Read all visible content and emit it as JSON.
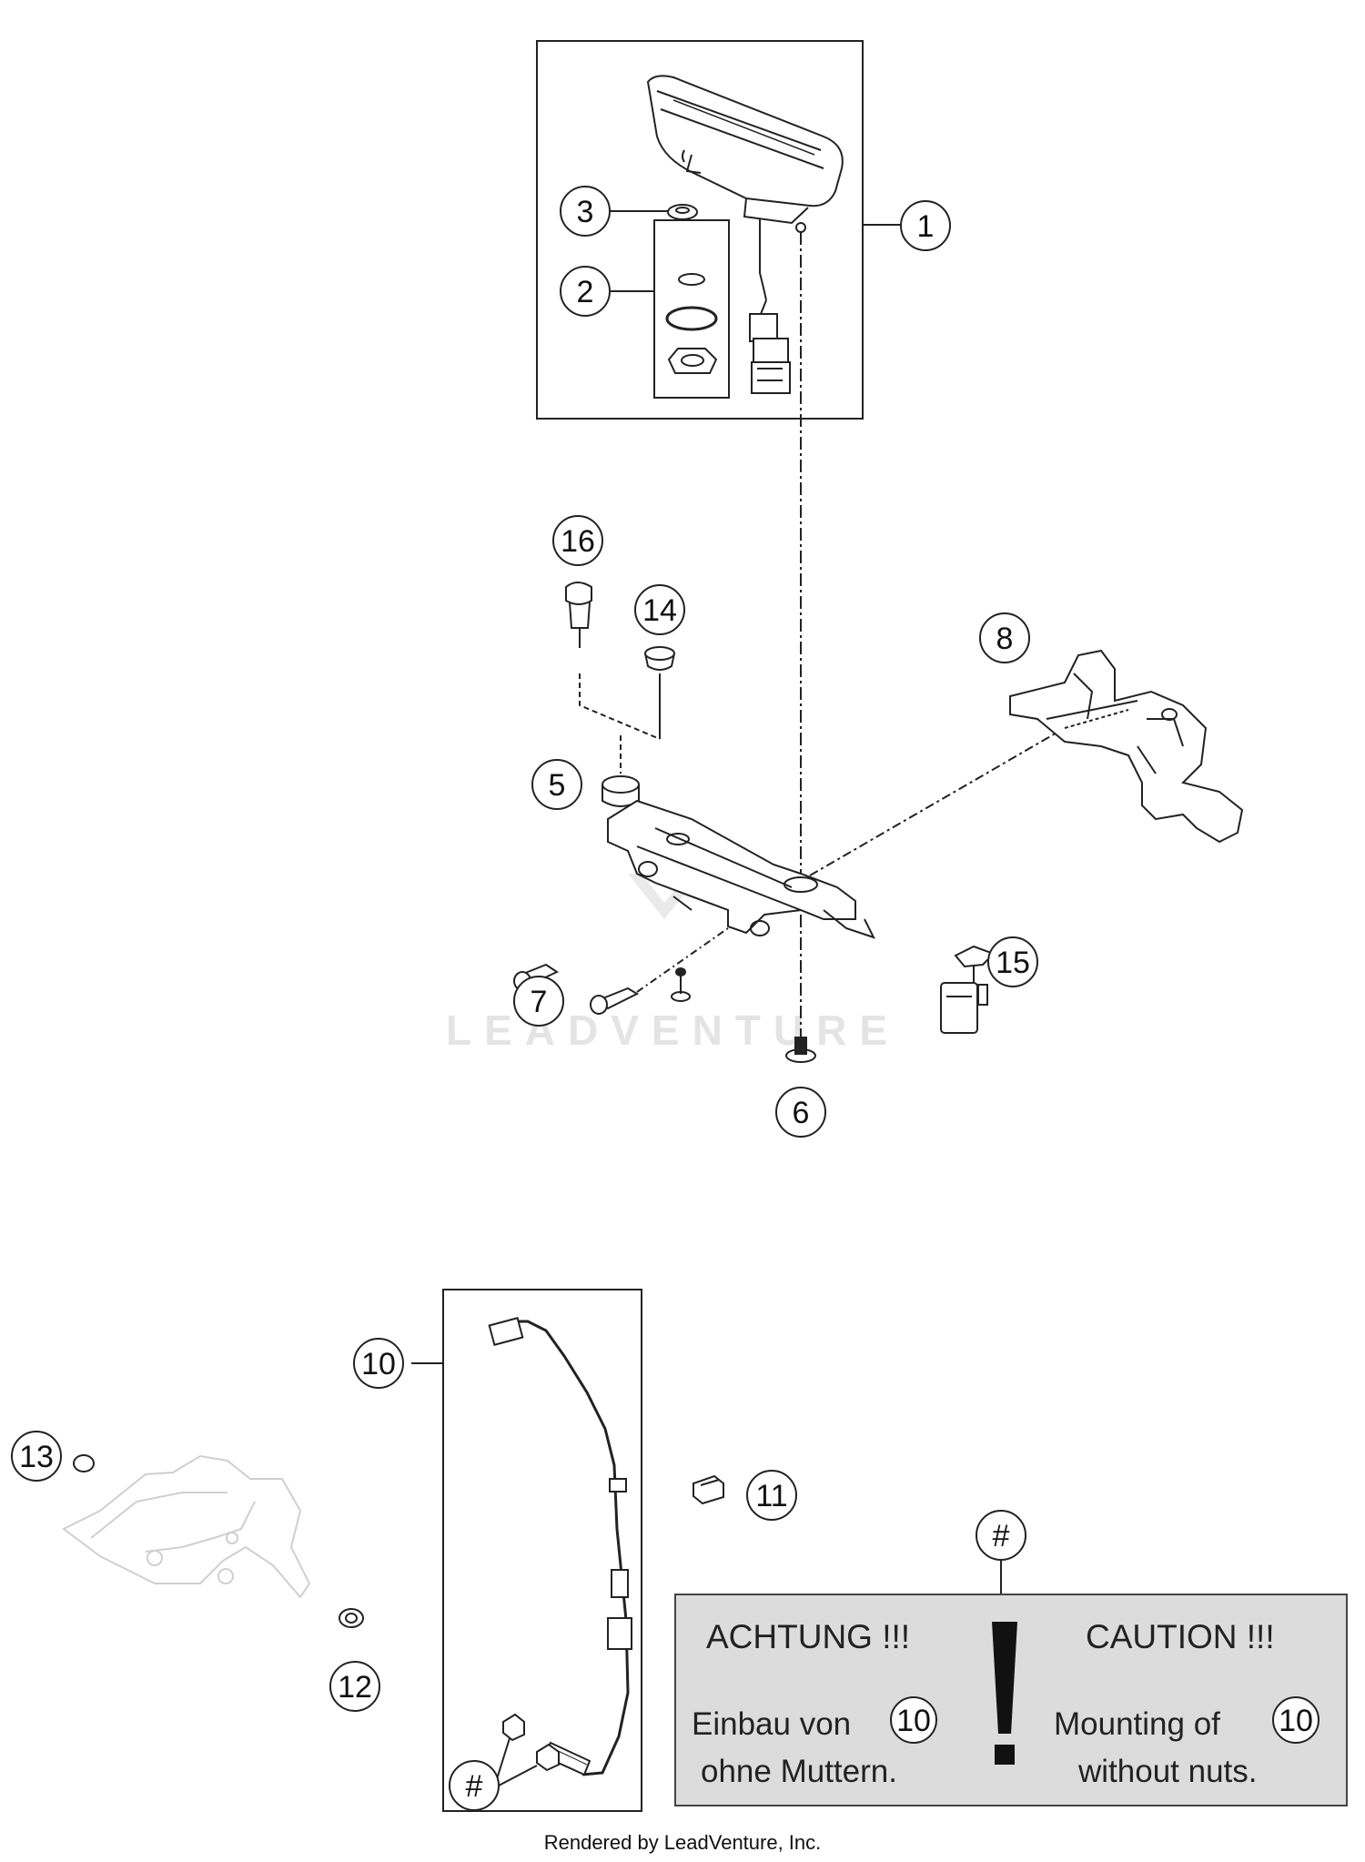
{
  "callouts": {
    "c1": "1",
    "c2": "2",
    "c3": "3",
    "c5": "5",
    "c6": "6",
    "c7": "7",
    "c8": "8",
    "c10": "10",
    "c11": "11",
    "c12": "12",
    "c13": "13",
    "c14": "14",
    "c15": "15",
    "c16": "16",
    "hash_kit": "#",
    "hash_notice": "#"
  },
  "notice": {
    "left_heading": "ACHTUNG !!!",
    "left_line1": "Einbau von",
    "left_ref": "10",
    "left_line2": "ohne Muttern.",
    "right_heading": "CAUTION !!!",
    "right_line1": "Mounting of",
    "right_ref": "10",
    "right_line2": "without nuts.",
    "exclamation": "!"
  },
  "watermark": "LEADVENTURE",
  "footer": "Rendered by LeadVenture, Inc."
}
